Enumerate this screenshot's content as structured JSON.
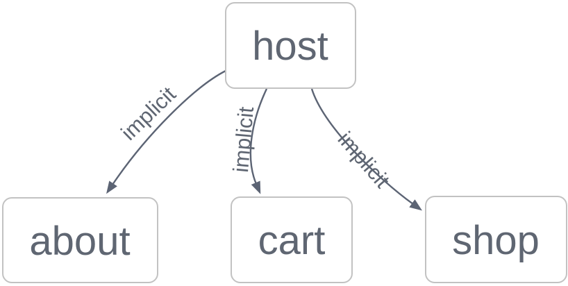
{
  "diagram": {
    "type": "graph",
    "nodes": [
      {
        "id": "host",
        "label": "host"
      },
      {
        "id": "about",
        "label": "about"
      },
      {
        "id": "cart",
        "label": "cart"
      },
      {
        "id": "shop",
        "label": "shop"
      }
    ],
    "edges": [
      {
        "from": "host",
        "to": "about",
        "label": "implicit"
      },
      {
        "from": "host",
        "to": "cart",
        "label": "implicit"
      },
      {
        "from": "host",
        "to": "shop",
        "label": "implicit"
      }
    ],
    "colors": {
      "background": "#ffffff",
      "node_fill": "#ffffff",
      "node_border": "#c2c2c2",
      "node_text": "#5f6672",
      "edge_line": "#5c6474",
      "edge_label_text": "#5f6672"
    }
  }
}
